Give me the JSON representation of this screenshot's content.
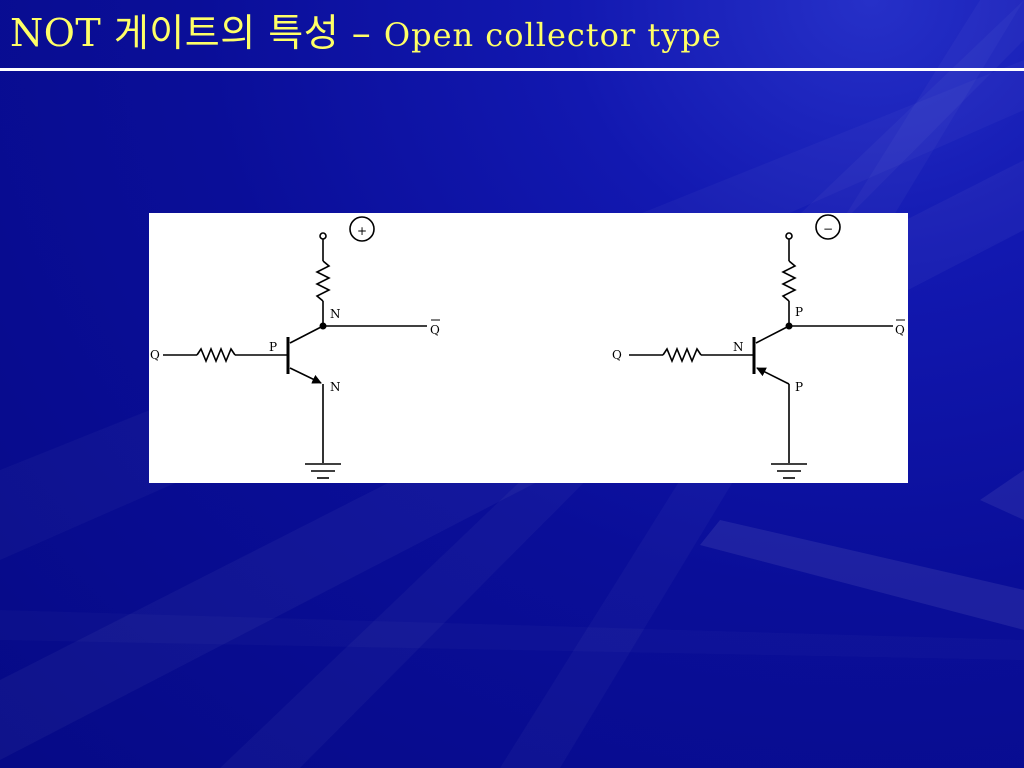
{
  "slide": {
    "title_main": "NOT 게이트의 특성 –",
    "title_sub": "Open collector type",
    "title_color": "#ffff66",
    "background_color": "#0a0e98"
  },
  "diagram": {
    "circuits": [
      {
        "supply_symbol": "+",
        "input_label": "Q",
        "output_label": "Q",
        "collector_label": "N",
        "base_label": "P",
        "emitter_label": "N"
      },
      {
        "supply_symbol": "−",
        "input_label": "Q",
        "output_label": "Q",
        "collector_label": "P",
        "base_label": "N",
        "emitter_label": "P"
      }
    ]
  }
}
